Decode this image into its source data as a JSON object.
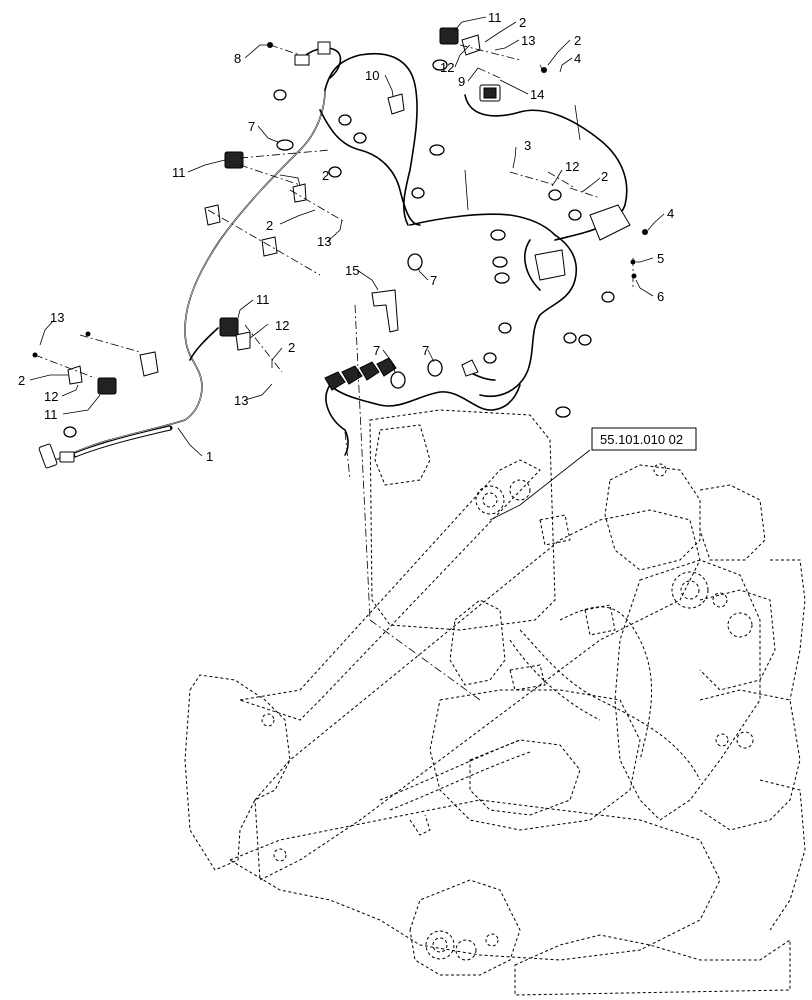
{
  "reference_box": {
    "label": "55.101.010 02"
  },
  "callouts": [
    {
      "id": "c11a",
      "label": "11"
    },
    {
      "id": "c2a",
      "label": "2"
    },
    {
      "id": "c8",
      "label": "8"
    },
    {
      "id": "c13a",
      "label": "13"
    },
    {
      "id": "c2b",
      "label": "2"
    },
    {
      "id": "c10",
      "label": "10"
    },
    {
      "id": "c12a",
      "label": "12"
    },
    {
      "id": "c9",
      "label": "9"
    },
    {
      "id": "c4a",
      "label": "4"
    },
    {
      "id": "c14",
      "label": "14"
    },
    {
      "id": "c7a",
      "label": "7"
    },
    {
      "id": "c3",
      "label": "3"
    },
    {
      "id": "c11b",
      "label": "11"
    },
    {
      "id": "c12b",
      "label": "12"
    },
    {
      "id": "c2c",
      "label": "2"
    },
    {
      "id": "c2d",
      "label": "2"
    },
    {
      "id": "c2e",
      "label": "2"
    },
    {
      "id": "c13b",
      "label": "13"
    },
    {
      "id": "c4b",
      "label": "4"
    },
    {
      "id": "c7b",
      "label": "7"
    },
    {
      "id": "c5",
      "label": "5"
    },
    {
      "id": "c15",
      "label": "15"
    },
    {
      "id": "c6",
      "label": "6"
    },
    {
      "id": "c11c",
      "label": "11"
    },
    {
      "id": "c13c",
      "label": "13"
    },
    {
      "id": "c12c",
      "label": "12"
    },
    {
      "id": "c7c",
      "label": "7"
    },
    {
      "id": "c7d",
      "label": "7"
    },
    {
      "id": "c2f",
      "label": "2"
    },
    {
      "id": "c2g",
      "label": "2"
    },
    {
      "id": "c12d",
      "label": "12"
    },
    {
      "id": "c13d",
      "label": "13"
    },
    {
      "id": "c11d",
      "label": "11"
    },
    {
      "id": "c1",
      "label": "1"
    }
  ]
}
